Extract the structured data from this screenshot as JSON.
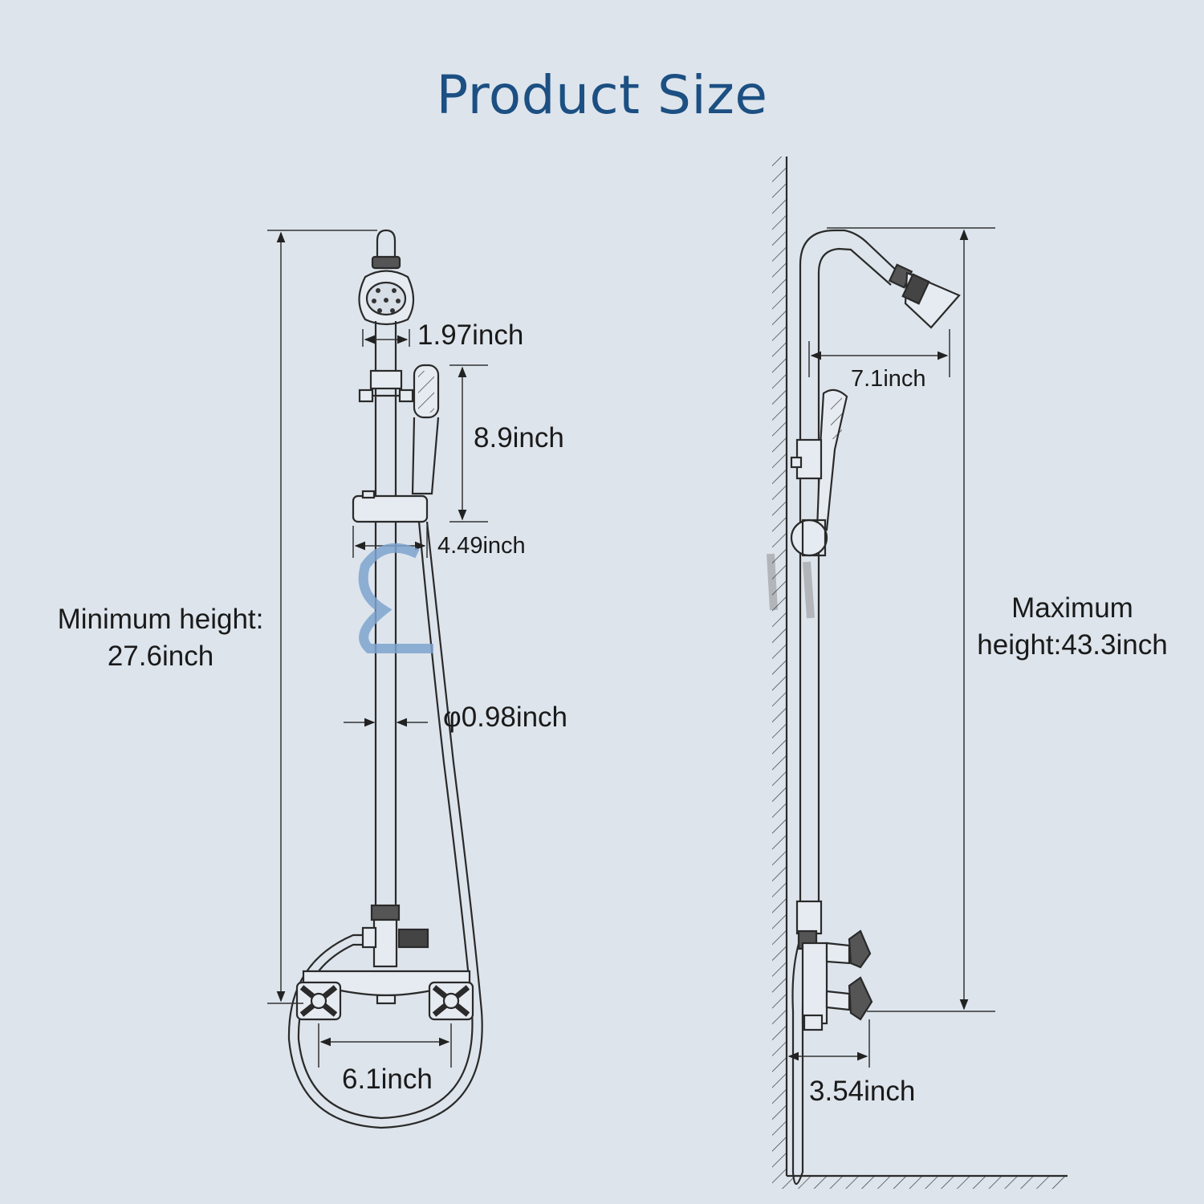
{
  "title": "Product Size",
  "front_view": {
    "shower_head_diameter": "1.97inch",
    "handheld_length": "8.9inch",
    "bracket_width": "4.49inch",
    "minimum_height_label": "Minimum height:",
    "minimum_height_value": "27.6inch",
    "pipe_diameter": "φ0.98inch",
    "valve_center_distance": "6.1inch"
  },
  "side_view": {
    "arm_reach": "7.1inch",
    "maximum_height_label": "Maximum",
    "maximum_height_value": "height:43.3inch",
    "valve_depth": "3.54inch"
  },
  "colors": {
    "background": "#dde4ec",
    "title": "#1c4f82",
    "line": "#2a2a2a",
    "watermark": "#7fa4cf"
  }
}
